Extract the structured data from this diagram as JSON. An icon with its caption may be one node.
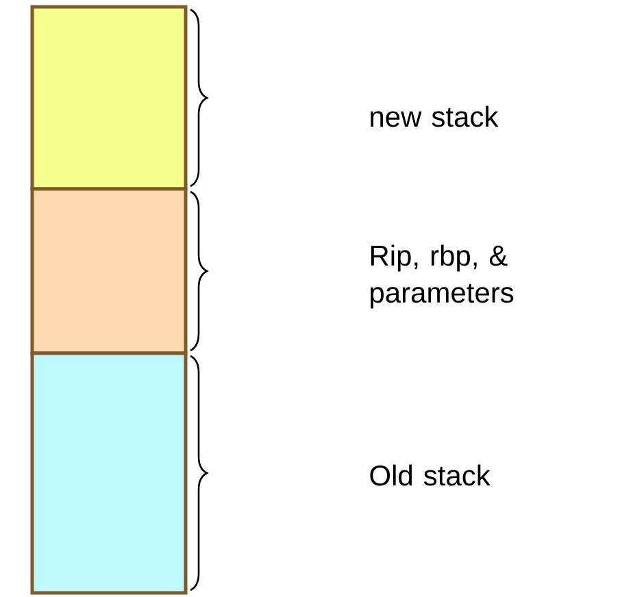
{
  "diagram": {
    "nodes": [
      {
        "text": [],
        "shape": "box"
      },
      {
        "text": [],
        "shape": "box"
      },
      {
        "text": [],
        "shape": "box"
      }
    ],
    "labels": [
      "new stack",
      "Rip, rbp, & parameters",
      "Old stack"
    ]
  }
}
